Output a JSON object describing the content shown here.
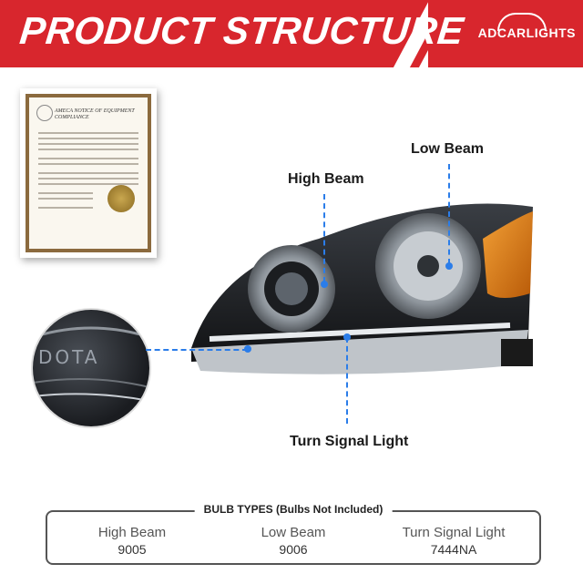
{
  "header": {
    "title": "PRODUCT STRUCTURE",
    "brand": "ADCARLIGHTS"
  },
  "certificate": {
    "heading": "AMECA NOTICE OF EQUIPMENT COMPLIANCE"
  },
  "zoom_text": "DOTA",
  "labels": {
    "high_beam": "High Beam",
    "low_beam": "Low Beam",
    "turn_signal": "Turn Signal Light"
  },
  "bulb_types": {
    "heading": "BULB TYPES (Bulbs Not Included)",
    "items": [
      {
        "name": "High Beam",
        "code": "9005"
      },
      {
        "name": "Low Beam",
        "code": "9006"
      },
      {
        "name": "Turn Signal Light",
        "code": "7444NA"
      }
    ]
  },
  "colors": {
    "banner": "#d8262d",
    "marker": "#2b7de9",
    "amber": "#e07b14"
  }
}
